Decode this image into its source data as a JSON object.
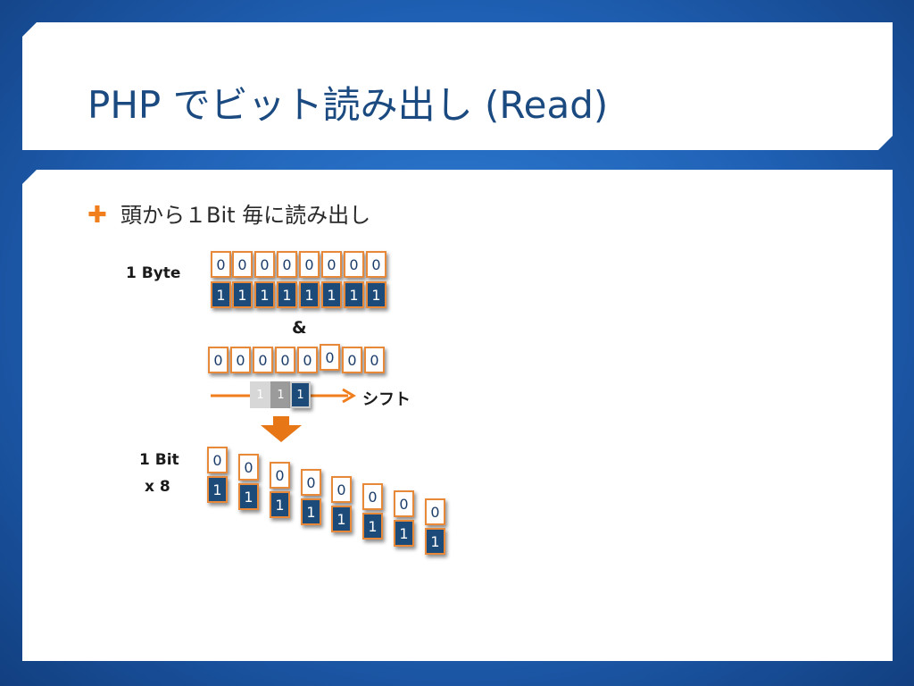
{
  "slide": {
    "title": "PHP でビット読み出し (Read)",
    "bullet": "頭から１Bit 毎に読み出し",
    "colors": {
      "title": "#1b4a80",
      "bullet_mark": "#f07e1c",
      "cell_border": "#e8893a",
      "cell_one_bg": "#1c4a79",
      "arrow": "#f07e1c",
      "background": "#1f60b4"
    }
  },
  "diagram": {
    "byte_label": "1 Byte",
    "byte_top": [
      "0",
      "0",
      "0",
      "0",
      "0",
      "0",
      "0",
      "0"
    ],
    "byte_bottom": [
      "1",
      "1",
      "1",
      "1",
      "1",
      "1",
      "1",
      "1"
    ],
    "and_label": "&",
    "mask": [
      "0",
      "0",
      "0",
      "0",
      "0",
      "0",
      "0",
      "0"
    ],
    "shift_bits": [
      "1",
      "1",
      "1"
    ],
    "shift_label": "シフト",
    "bits_label_line1": "1 Bit",
    "bits_label_line2": "x 8",
    "bits": [
      {
        "top": "0",
        "bottom": "1"
      },
      {
        "top": "0",
        "bottom": "1"
      },
      {
        "top": "0",
        "bottom": "1"
      },
      {
        "top": "0",
        "bottom": "1"
      },
      {
        "top": "0",
        "bottom": "1"
      },
      {
        "top": "0",
        "bottom": "1"
      },
      {
        "top": "0",
        "bottom": "1"
      },
      {
        "top": "0",
        "bottom": "1"
      }
    ]
  }
}
